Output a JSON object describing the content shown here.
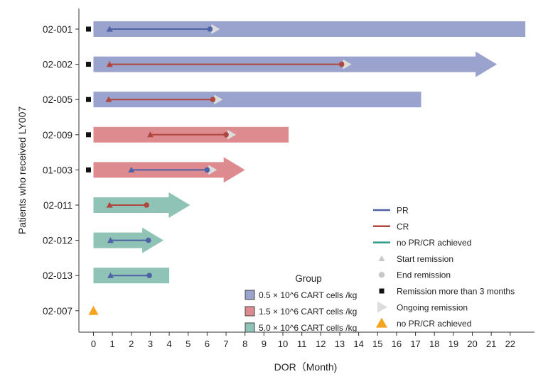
{
  "chart_data": {
    "type": "swimmer",
    "ylabel": "Patients who received LY007",
    "xlabel": "DOR（Month)",
    "xlim": [
      -0.8,
      23
    ],
    "xticks": [
      0,
      1,
      2,
      3,
      4,
      5,
      6,
      7,
      8,
      9,
      10,
      11,
      12,
      13,
      14,
      15,
      16,
      17,
      18,
      19,
      20,
      21,
      22
    ],
    "legend_title": "Group",
    "legend_placement": "bottom-right",
    "colors": {
      "group_0_5": "#9aa3ce",
      "group_1_5": "#dd8b8e",
      "group_5_0": "#8ec3b5",
      "PR": "#4e62a6",
      "CR": "#b0473f",
      "none": "#2f9a83",
      "no_response_marker": "#f4a41c",
      "ongoing_marker": "#dcdcdc",
      "remission_3m_marker": "#111111"
    },
    "groups": [
      {
        "key": "group_0_5",
        "label": "0.5 × 10^6 CART cells /kg"
      },
      {
        "key": "group_1_5",
        "label": "1.5 × 10^6 CART cells /kg"
      },
      {
        "key": "group_5_0",
        "label": "5.0 × 10^6 CART cells /kg"
      }
    ],
    "marker_legend": [
      {
        "kind": "line",
        "color_key": "PR",
        "label": "PR"
      },
      {
        "kind": "line",
        "color_key": "CR",
        "label": "CR"
      },
      {
        "kind": "line",
        "color_key": "none",
        "label": "no PR/CR achieved"
      },
      {
        "kind": "start",
        "label": "Start remission"
      },
      {
        "kind": "end",
        "label": "End remission"
      },
      {
        "kind": "square",
        "label": "Remission more than 3 months"
      },
      {
        "kind": "ongoing",
        "label": "Ongoing remission"
      },
      {
        "kind": "warn",
        "label": "no PR/CR achieved"
      }
    ],
    "patients": [
      {
        "id": "02-001",
        "group": "group_0_5",
        "bar_end": 22.8,
        "arrow": false,
        "response": "PR",
        "start": 0.85,
        "end": 6.15,
        "ongoing": true,
        "remission_3m": true
      },
      {
        "id": "02-002",
        "group": "group_0_5",
        "bar_end": 21.3,
        "arrow": true,
        "response": "CR",
        "start": 0.85,
        "end": 13.1,
        "ongoing": true,
        "remission_3m": true
      },
      {
        "id": "02-005",
        "group": "group_0_5",
        "bar_end": 17.3,
        "arrow": false,
        "response": "CR",
        "start": 0.8,
        "end": 6.3,
        "ongoing": true,
        "remission_3m": true
      },
      {
        "id": "02-009",
        "group": "group_1_5",
        "bar_end": 10.3,
        "arrow": false,
        "response": "CR",
        "start": 3.0,
        "end": 7.0,
        "ongoing": true,
        "remission_3m": true
      },
      {
        "id": "01-003",
        "group": "group_1_5",
        "bar_end": 8.0,
        "arrow": true,
        "response": "PR",
        "start": 2.0,
        "end": 6.0,
        "ongoing": true,
        "remission_3m": true
      },
      {
        "id": "02-011",
        "group": "group_5_0",
        "bar_end": 5.1,
        "arrow": true,
        "response": "CR",
        "start": 0.85,
        "end": 2.8,
        "ongoing": false,
        "remission_3m": false
      },
      {
        "id": "02-012",
        "group": "group_5_0",
        "bar_end": 3.7,
        "arrow": true,
        "response": "PR",
        "start": 0.9,
        "end": 2.9,
        "ongoing": false,
        "remission_3m": false
      },
      {
        "id": "02-013",
        "group": "group_5_0",
        "bar_end": 4.0,
        "arrow": false,
        "response": "PR",
        "start": 0.9,
        "end": 2.95,
        "ongoing": false,
        "remission_3m": false
      },
      {
        "id": "02-007",
        "group": null,
        "bar_end": 0,
        "arrow": false,
        "response": "none",
        "start": null,
        "end": null,
        "ongoing": false,
        "remission_3m": false,
        "no_response_at": 0
      }
    ]
  }
}
